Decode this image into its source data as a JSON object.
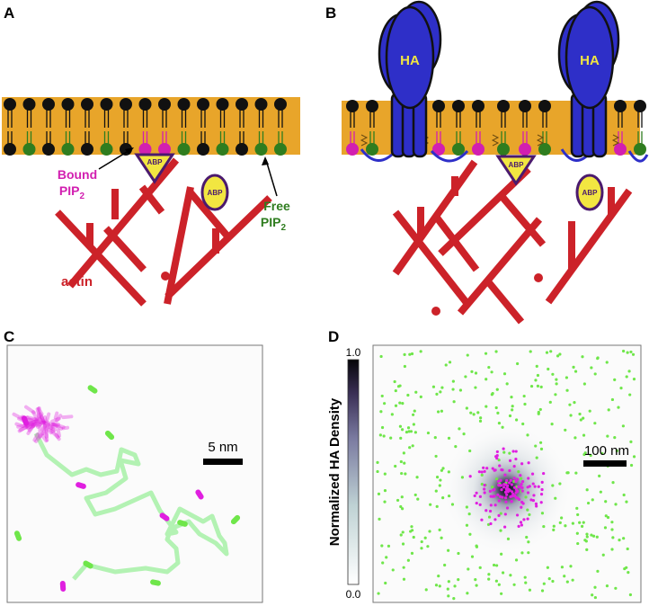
{
  "panels": {
    "A": {
      "label": "A",
      "bound_pip2": [
        "Bound",
        "PIP",
        "2"
      ],
      "free_pip2": [
        "Free",
        "PIP",
        "2"
      ],
      "abp": "ABP",
      "actin": "actin"
    },
    "B": {
      "label": "B",
      "ha": "HA",
      "abp": "ABP"
    },
    "C": {
      "label": "C",
      "scale_bar": "5 nm"
    },
    "D": {
      "label": "D",
      "scale_bar": "100 nm",
      "colorbar_title": "Normalized HA Density",
      "colorbar_max": "1.0",
      "colorbar_min": "0.0"
    }
  },
  "colors": {
    "membrane": "#e8a52a",
    "lipid_head": "#111111",
    "pip2_free": "#2f7d1f",
    "pip2_bound": "#d21fb0",
    "actin": "#cc2229",
    "abp_fill": "#f2e641",
    "abp_stroke": "#4b1a6e",
    "ha_fill": "#2e2fc8",
    "ha_text": "#f2e641",
    "trajectory": "#9bef9b",
    "green_marker": "#6fe64a",
    "magenta_marker": "#e01fe0"
  }
}
